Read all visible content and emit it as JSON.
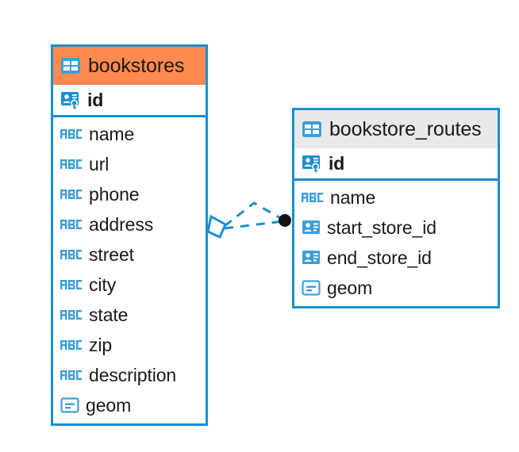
{
  "diagram": {
    "type": "er-diagram",
    "background": "#ffffff",
    "accent_color": "#1a8fd1",
    "selected_color": "#ff8a50",
    "header_color": "#e9e9e9"
  },
  "entities": [
    {
      "name": "bookstores",
      "selected": true,
      "table_icon": "table-icon",
      "fields": [
        {
          "name": "id",
          "icon": "primary-key-icon",
          "kind": "pk"
        },
        {
          "name": "name",
          "icon": "text-abc-icon",
          "kind": "text"
        },
        {
          "name": "url",
          "icon": "text-abc-icon",
          "kind": "text"
        },
        {
          "name": "phone",
          "icon": "text-abc-icon",
          "kind": "text"
        },
        {
          "name": "address",
          "icon": "text-abc-icon",
          "kind": "text"
        },
        {
          "name": "street",
          "icon": "text-abc-icon",
          "kind": "text"
        },
        {
          "name": "city",
          "icon": "text-abc-icon",
          "kind": "text"
        },
        {
          "name": "state",
          "icon": "text-abc-icon",
          "kind": "text"
        },
        {
          "name": "zip",
          "icon": "text-abc-icon",
          "kind": "text"
        },
        {
          "name": "description",
          "icon": "text-abc-icon",
          "kind": "text"
        },
        {
          "name": "geom",
          "icon": "geometry-icon",
          "kind": "geom"
        }
      ]
    },
    {
      "name": "bookstore_routes",
      "selected": false,
      "table_icon": "table-icon",
      "fields": [
        {
          "name": "id",
          "icon": "primary-key-icon",
          "kind": "pk"
        },
        {
          "name": "name",
          "icon": "text-abc-icon",
          "kind": "text"
        },
        {
          "name": "start_store_id",
          "icon": "foreign-key-icon",
          "kind": "fk"
        },
        {
          "name": "end_store_id",
          "icon": "foreign-key-icon",
          "kind": "fk"
        },
        {
          "name": "geom",
          "icon": "geometry-icon",
          "kind": "geom"
        }
      ]
    }
  ],
  "relationship": {
    "style": "dashed",
    "color": "#1a8fd1",
    "source_marker": "diamond-marker",
    "target_marker": "dot-marker",
    "target_marker_color": "#111111"
  }
}
